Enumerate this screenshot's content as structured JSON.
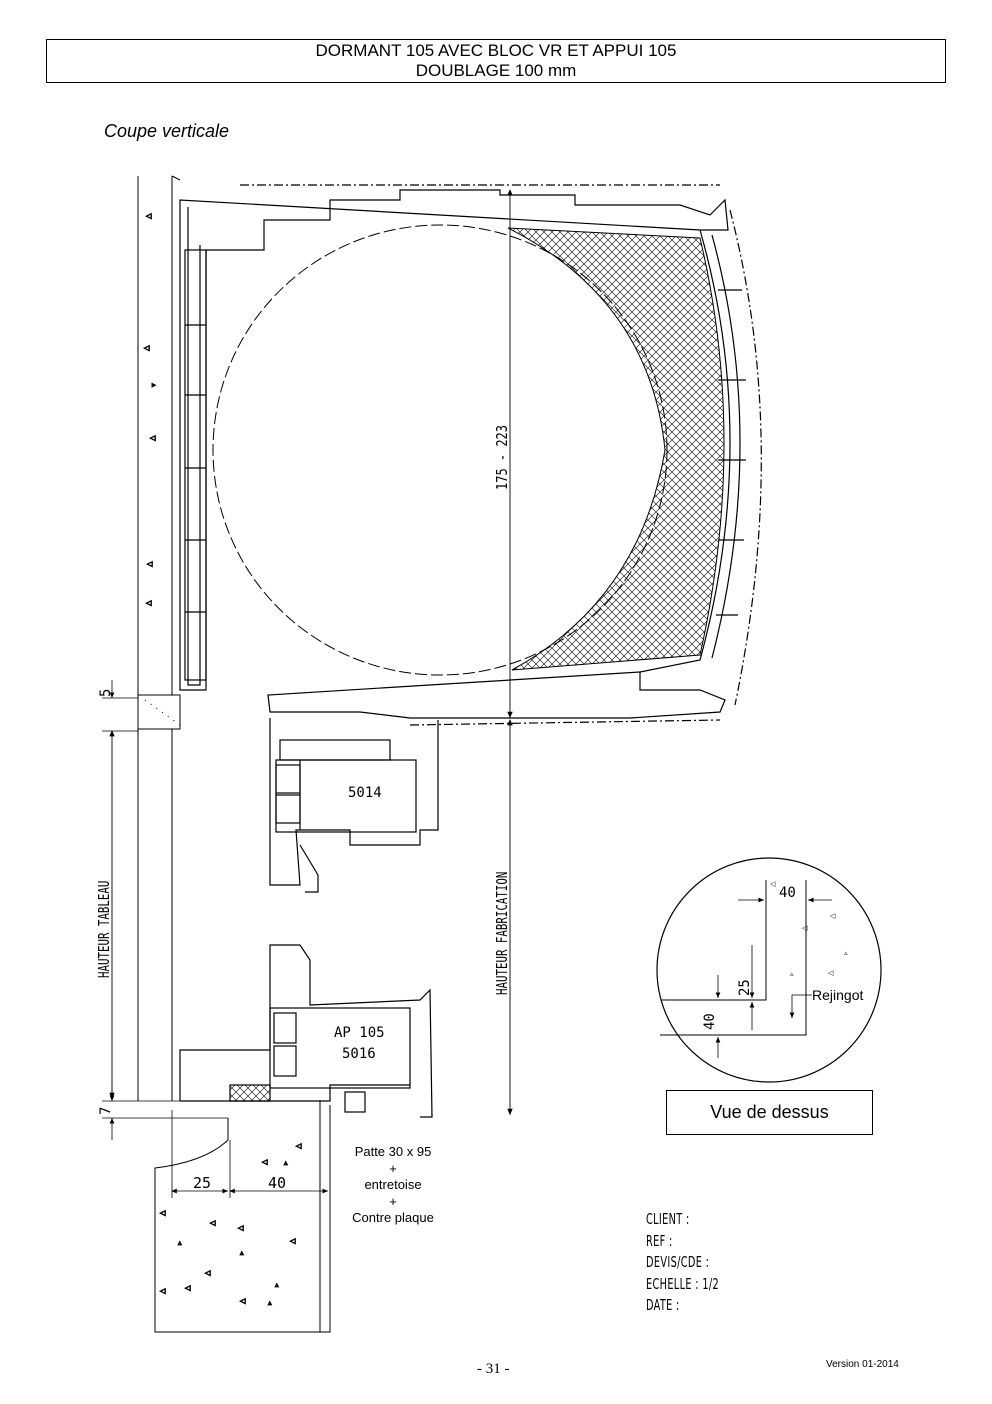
{
  "header": {
    "title_line1": "DORMANT 105 AVEC BLOC VR ET APPUI 105",
    "title_line2": "DOUBLAGE 100 mm"
  },
  "section_label": "Coupe verticale",
  "dimensions": {
    "roll_range": "175 - 223",
    "hauteur_fabrication": "HAUTEUR FABRICATION",
    "hauteur_tableau": "HAUTEUR TABLEAU",
    "dim_5": "5",
    "dim_7": "7",
    "dim_25": "25",
    "dim_40": "40"
  },
  "profiles": {
    "frame_ref": "5014",
    "sill_ref_line1": "AP 105",
    "sill_ref_line2": "5016"
  },
  "fixing_note": {
    "line1": "Patte 30 x 95",
    "plus1": "+",
    "line2": "entretoise",
    "plus2": "+",
    "line3": "Contre plaque"
  },
  "detail_view": {
    "dim_40_top": "40",
    "dim_25": "25",
    "dim_40_bottom": "40",
    "rejingot": "Rejingot",
    "caption": "Vue de dessus"
  },
  "title_block": {
    "client": "CLIENT :",
    "ref": "REF :",
    "devis": "DEVIS/CDE :",
    "echelle": "ECHELLE : 1/2",
    "date": "DATE :"
  },
  "footer": {
    "page": "- 31 -",
    "version": "Version 01-2014"
  }
}
